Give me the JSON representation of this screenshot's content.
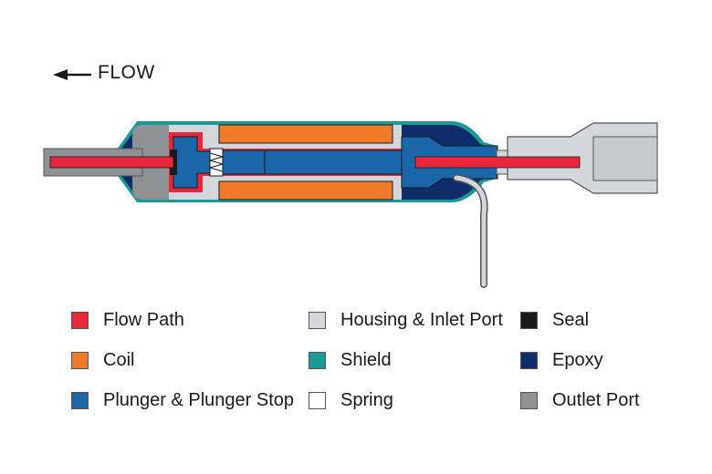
{
  "flow": {
    "label": "FLOW",
    "arrow": "left-arrow"
  },
  "colors": {
    "flow_path": "#e8263c",
    "coil": "#f07a2a",
    "plunger": "#1a66a8",
    "housing": "#d3d6da",
    "shield": "#1a9a95",
    "spring": "#ffffff",
    "seal": "#1a1a1a",
    "epoxy": "#0f2d6b",
    "outlet_port": "#8f9295"
  },
  "legend": [
    {
      "label": "Flow Path",
      "color": "#e8263c"
    },
    {
      "label": "Coil",
      "color": "#f07a2a"
    },
    {
      "label": "Plunger & Plunger Stop",
      "color": "#1a66a8"
    },
    {
      "label": "Housing & Inlet Port",
      "color": "#d3d6da"
    },
    {
      "label": "Shield",
      "color": "#1a9a95"
    },
    {
      "label": "Spring",
      "color": "#ffffff"
    },
    {
      "label": "Seal",
      "color": "#1a1a1a"
    },
    {
      "label": "Epoxy",
      "color": "#0f2d6b"
    },
    {
      "label": "Outlet Port",
      "color": "#8f9295"
    }
  ]
}
